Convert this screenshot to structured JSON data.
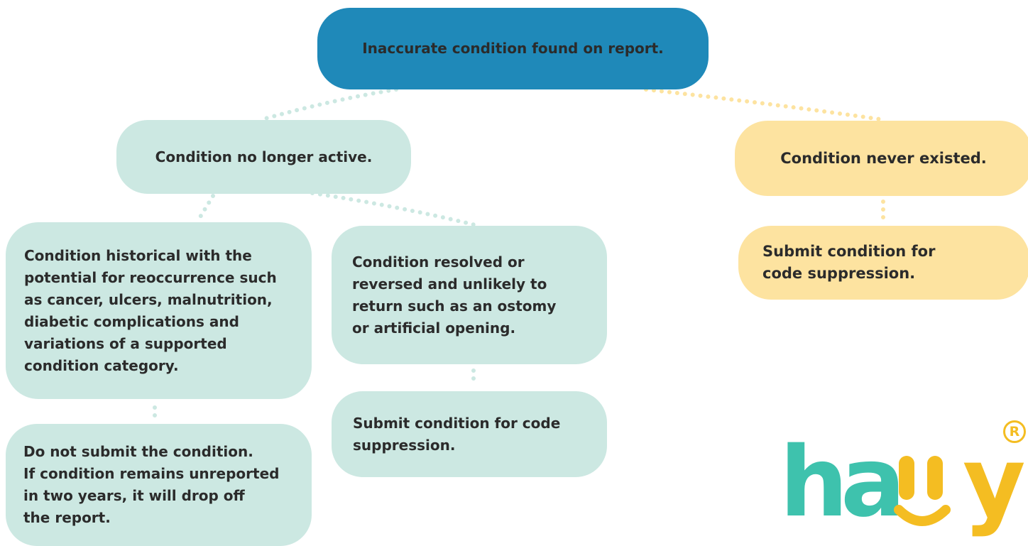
{
  "nodes": {
    "root": "Inaccurate condition found on report.",
    "no_longer_active": "Condition no longer active.",
    "never_existed": "Condition never existed.",
    "historical": "Condition historical with the\npotential for reoccurrence such\nas cancer, ulcers, malnutrition,\ndiabetic complications and\nvariations of a supported\ncondition category.",
    "resolved": "Condition resolved or\nreversed and unlikely to\nreturn such as an ostomy\nor artificial opening.",
    "submit_left": "Submit condition for code\nsuppression.",
    "submit_right": "Submit condition for\ncode suppression.",
    "do_not_submit": "Do not submit the condition.\nIf condition remains unreported\nin two years, it will drop off\nthe report."
  },
  "logo": {
    "text": "hally",
    "registered": "R"
  },
  "colors": {
    "root": "#1f89b9",
    "mint": "#cce8e2",
    "sand": "#fde3a0",
    "logo_teal": "#3ec2ad",
    "logo_yellow": "#f4bd22"
  }
}
